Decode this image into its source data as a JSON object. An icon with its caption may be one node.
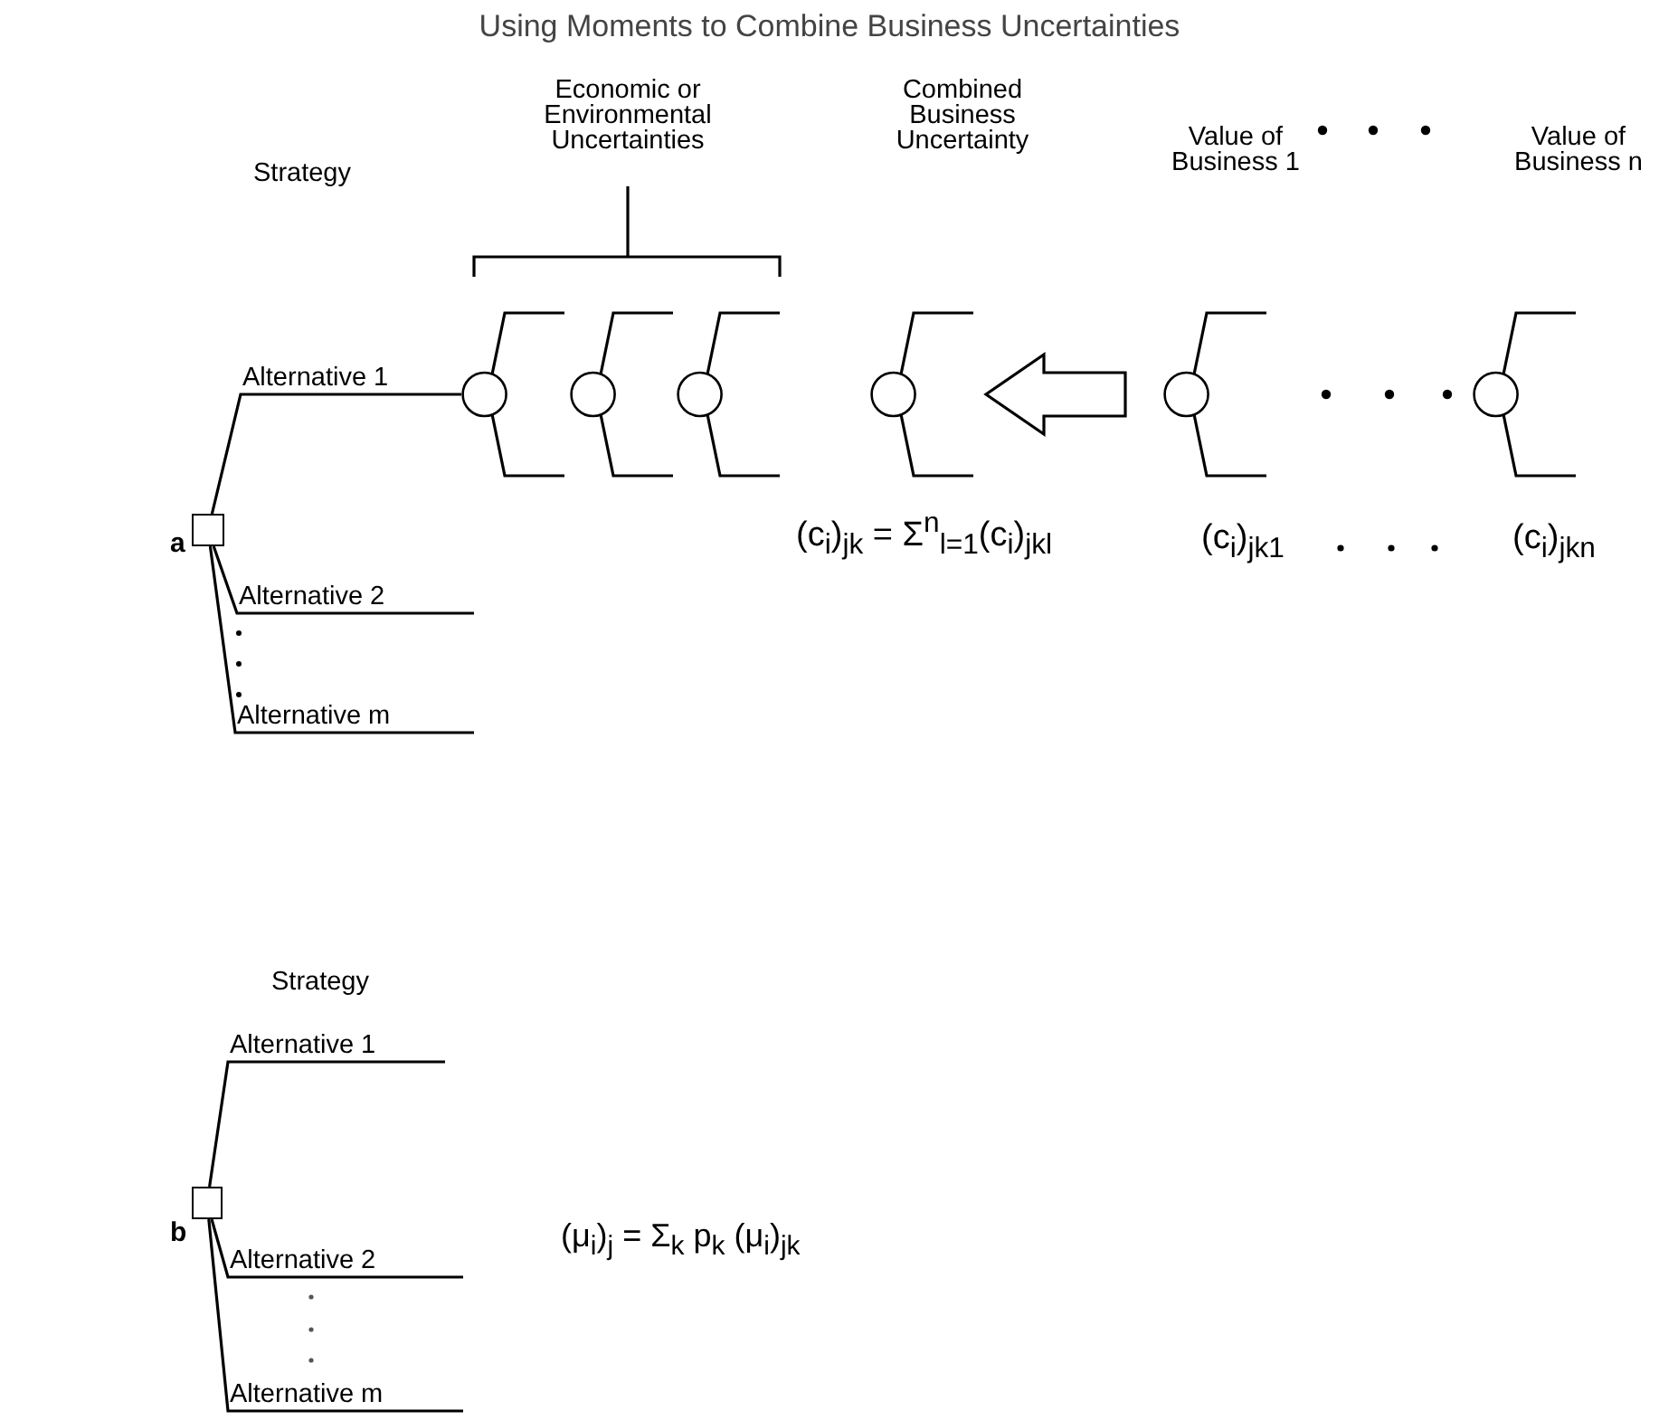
{
  "diagram": {
    "title": "Using Moments to Combine Business Uncertainties",
    "nodes": [
      {
        "text": [],
        "shape": "box"
      },
      {
        "text": [],
        "shape": "circle"
      },
      {
        "text": [],
        "shape": "circle"
      },
      {
        "text": [],
        "shape": "circle"
      },
      {
        "text": [],
        "shape": "circle"
      },
      {
        "text": [],
        "shape": "circle"
      },
      {
        "text": [],
        "shape": "circle"
      },
      {
        "text": [],
        "shape": "box"
      }
    ],
    "edges": [
      {
        "from": 0,
        "to": 1,
        "arrow": "none",
        "label": "Alternative 1"
      },
      {
        "from": 0,
        "to": null,
        "arrow": "none",
        "label": "Alternative 2"
      },
      {
        "from": 0,
        "to": null,
        "arrow": "none",
        "label": "Alternative m"
      },
      {
        "from": 5,
        "to": 4,
        "arrow": "to"
      },
      {
        "from": 7,
        "to": null,
        "arrow": "none",
        "label": "Alternative 1"
      },
      {
        "from": 7,
        "to": null,
        "arrow": "none",
        "label": "Alternative 2"
      },
      {
        "from": 7,
        "to": null,
        "arrow": "none",
        "label": "Alternative m"
      }
    ],
    "labels": [
      "Strategy",
      "Economic or Environmental Uncertainties",
      "Combined Business Uncertainty",
      "Value of Business 1",
      "Value of Business n",
      "a",
      "(c$_{i}$)$_{jk}$ = Σ$^{n}$$_{l=1}$(c$_{i}$)$_{jkl}$",
      "(c$_{i}$)$_{jk1}$",
      "(c$_{i}$)$_{jkn}$",
      "Strategy",
      "b",
      "(μ$_{i}$)$_{j}$ = Σ$_{k}$ p$_{k}$ (μ$_{i}$)$_{jk}$"
    ]
  }
}
